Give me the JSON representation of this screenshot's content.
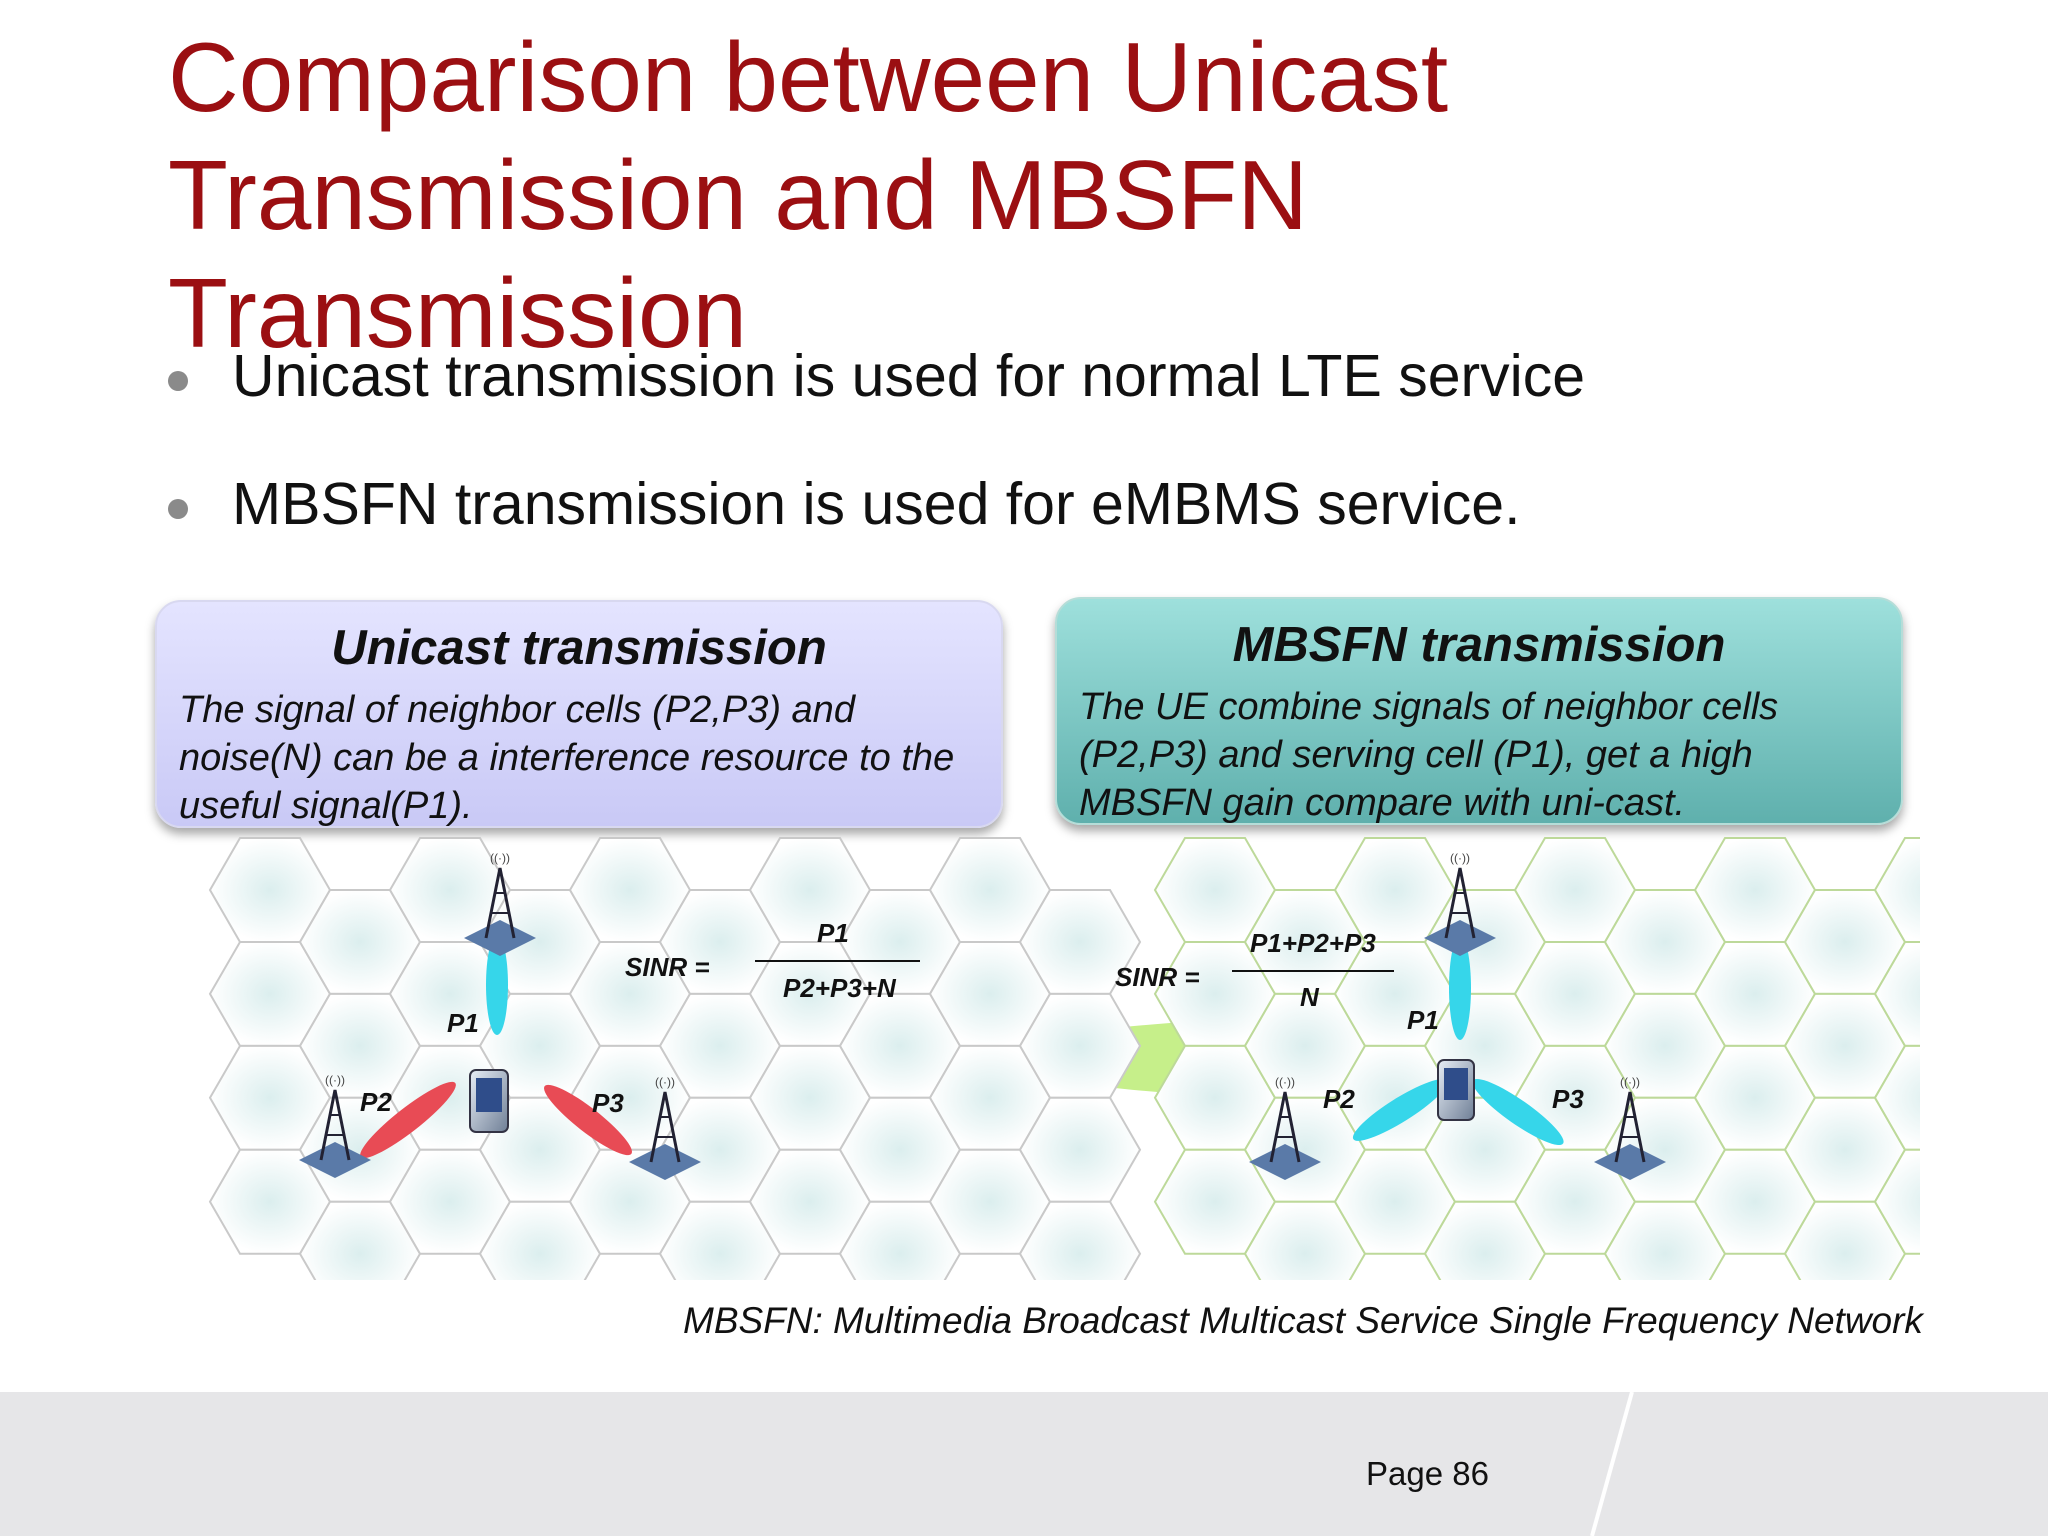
{
  "title_lines": [
    "Comparison between Unicast",
    "Transmission and MBSFN",
    "Transmission"
  ],
  "bullets": [
    "Unicast transmission is used for normal LTE service",
    "MBSFN transmission is used for eMBMS service."
  ],
  "unicast": {
    "heading": "Unicast transmission",
    "text": "The signal of neighbor cells (P2,P3) and noise(N) can be a interference resource to the  useful signal(P1).",
    "sinr_label": "SINR =",
    "numerator": "P1",
    "denominator": "P2+P3+N",
    "labels": [
      "P1",
      "P2",
      "P3"
    ]
  },
  "mbsfn": {
    "heading": "MBSFN transmission",
    "text": "The UE combine signals of neighbor cells (P2,P3) and serving cell (P1), get a high MBSFN gain compare with uni-cast.",
    "sinr_label": "SINR =",
    "numerator": "P1+P2+P3",
    "denominator": "N",
    "labels": [
      "P1",
      "P2",
      "P3"
    ]
  },
  "footnote": "MBSFN: Multimedia Broadcast Multicast Service Single Frequency Network",
  "page": "Page 86",
  "colors": {
    "title": "#9b0f12",
    "unicast_box": "#d4d4fa",
    "mbsfn_box": "#7ccbc7",
    "interference_beam": "#e84b55",
    "useful_beam": "#36d6ea",
    "unicast_ellipse": "#c8c8f2",
    "mbsfn_ellipse": "#c6ef8a"
  }
}
